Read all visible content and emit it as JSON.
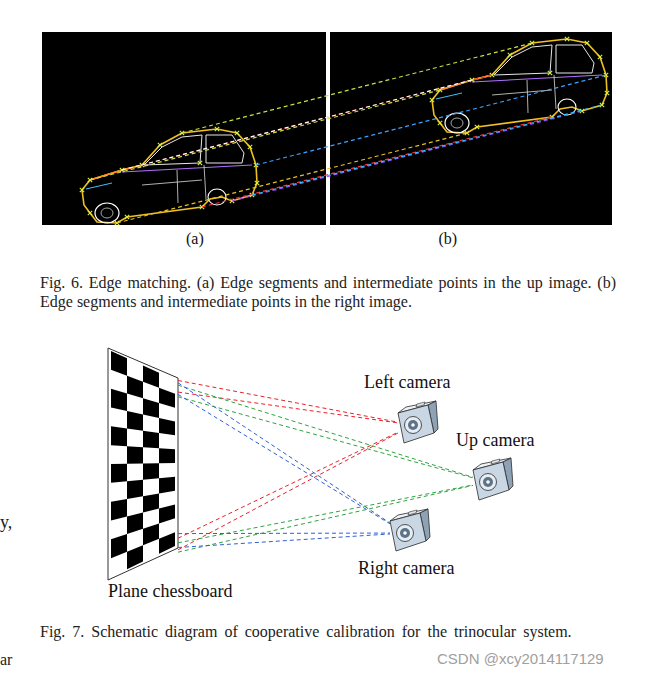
{
  "diagram": {
    "nodes": [
      {
        "text": [
          "(a)"
        ]
      },
      {
        "text": [
          "(b)"
        ]
      },
      {
        "text": [
          "Plane chessboard"
        ]
      },
      {
        "text": [
          "Left camera"
        ]
      },
      {
        "text": [
          "Up camera"
        ]
      },
      {
        "text": [
          "Right camera"
        ]
      }
    ],
    "edges": [
      {
        "from": 2,
        "to": 3,
        "arrow": "none"
      },
      {
        "from": 2,
        "to": 3,
        "arrow": "none"
      },
      {
        "from": 2,
        "to": 3,
        "arrow": "none"
      },
      {
        "from": 2,
        "to": 3,
        "arrow": "none"
      },
      {
        "from": 2,
        "to": 4,
        "arrow": "none"
      },
      {
        "from": 2,
        "to": 4,
        "arrow": "none"
      },
      {
        "from": 2,
        "to": 4,
        "arrow": "none"
      },
      {
        "from": 2,
        "to": 4,
        "arrow": "none"
      },
      {
        "from": 2,
        "to": 5,
        "arrow": "none"
      },
      {
        "from": 2,
        "to": 5,
        "arrow": "none"
      },
      {
        "from": 2,
        "to": 5,
        "arrow": "none"
      },
      {
        "from": 2,
        "to": 5,
        "arrow": "none"
      }
    ],
    "labels": [
      "Fig. 6. Edge matching. (a) Edge segments and intermediate points in the up image. (b) Edge segments and intermediate points in the right image.",
      "Fig. 7. Schematic diagram of cooperative calibration for the trinocular system.",
      "y,",
      "ar",
      "CSDN @xcy2014117129"
    ]
  }
}
